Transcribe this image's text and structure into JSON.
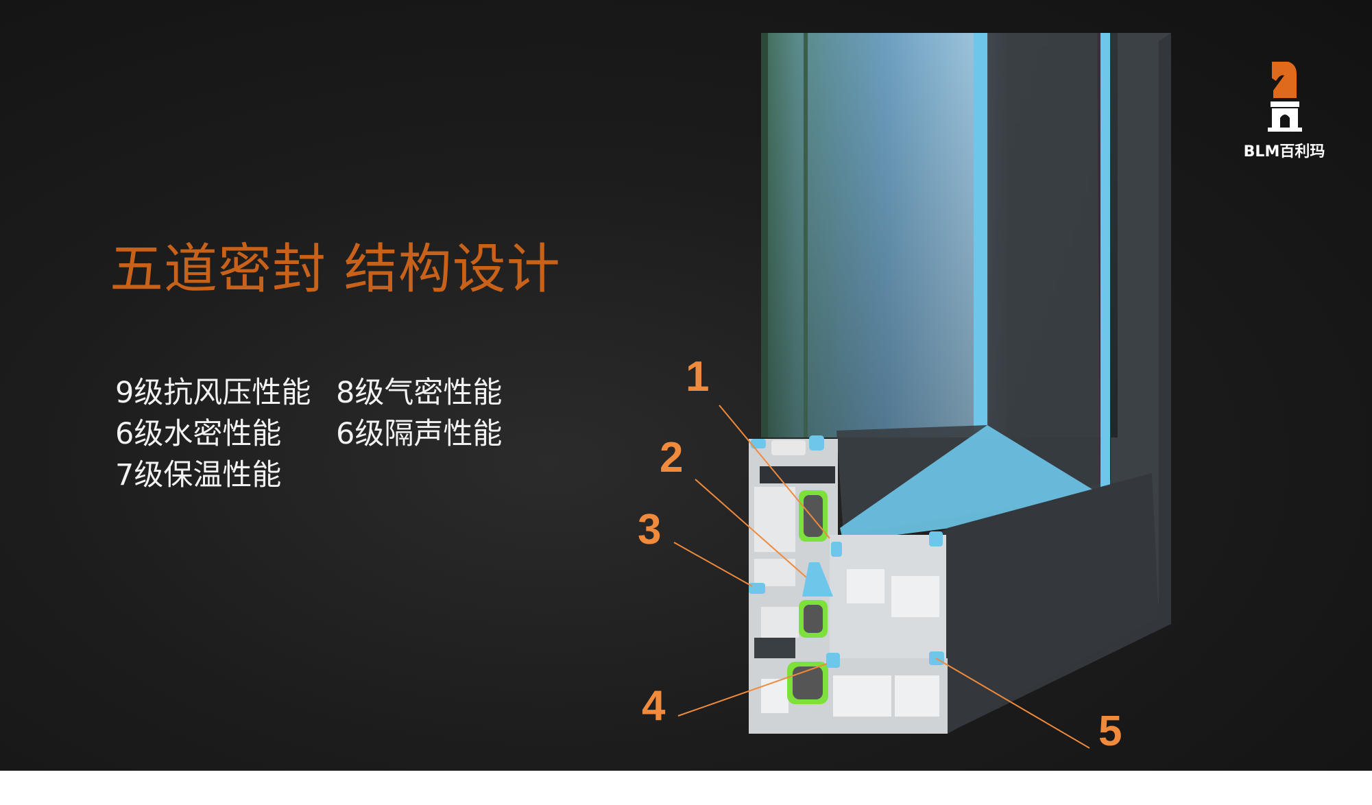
{
  "title": "五道密封 结构设计",
  "specs": [
    "9级抗风压性能",
    "8级气密性能",
    "6级水密性能",
    "6级隔声性能",
    "7级保温性能"
  ],
  "logo": {
    "text": "BLM百利玛"
  },
  "callouts": [
    "1",
    "2",
    "3",
    "4",
    "5"
  ],
  "colors": {
    "accent": "#c8621a",
    "callout": "#f08a3c",
    "seal": "#6ec6ea",
    "gasket": "#7ee03a"
  }
}
